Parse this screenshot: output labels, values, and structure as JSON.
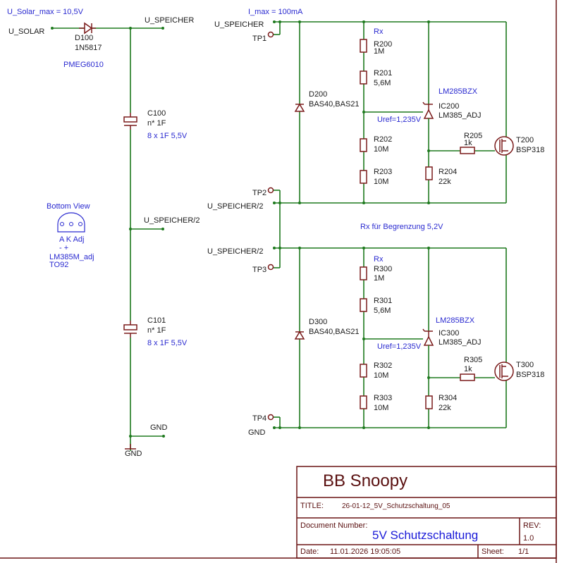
{
  "schematic": {
    "annotations": {
      "u_solar_max": "U_Solar_max = 10,5V",
      "i_max": "I_max = 100mA",
      "pmeg": "PMEG6010",
      "rx_note": "Rx für Begrenzung 5,2V"
    },
    "nets": {
      "u_solar": "U_SOLAR",
      "u_speicher_left": "U_SPEICHER",
      "u_speicher_half_left": "U_SPEICHER/2",
      "gnd_left": "GND",
      "gnd_symbol": "GND",
      "u_speicher_right": "U_SPEICHER",
      "u_speicher_half_upper": "U_SPEICHER/2",
      "u_speicher_half_lower": "U_SPEICHER/2",
      "gnd_right": "GND"
    },
    "testpoints": [
      "TP1",
      "TP2",
      "TP3",
      "TP4"
    ],
    "d100": {
      "ref": "D100",
      "value": "1N5817"
    },
    "c100": {
      "ref": "C100",
      "value": "n* 1F",
      "note": "8 x  1F 5,5V"
    },
    "c101": {
      "ref": "C101",
      "value": "n* 1F",
      "note": "8 x  1F 5,5V"
    },
    "package": {
      "title": "Bottom View",
      "pins": "A  K  Adj",
      "polarity": "-   +",
      "part": "LM385M_adj",
      "pkg": "TO92"
    },
    "stages": [
      {
        "rx": "Rx",
        "r_a": {
          "ref": "R200",
          "value": "1M"
        },
        "r_b": {
          "ref": "R201",
          "value": "5,6M"
        },
        "r_c": {
          "ref": "R202",
          "value": "10M"
        },
        "r_d": {
          "ref": "R203",
          "value": "10M"
        },
        "r_e": {
          "ref": "R204",
          "value": "22k"
        },
        "r_f": {
          "ref": "R205",
          "value": "1k"
        },
        "diode": {
          "ref": "D200",
          "value": "BAS40,BAS21"
        },
        "ic": {
          "alt": "LM285BZX",
          "ref": "IC200",
          "value": "LM385_ADJ",
          "uref": "Uref=1,235V"
        },
        "fet": {
          "ref": "T200",
          "value": "BSP318"
        }
      },
      {
        "rx": "Rx",
        "r_a": {
          "ref": "R300",
          "value": "1M"
        },
        "r_b": {
          "ref": "R301",
          "value": "5,6M"
        },
        "r_c": {
          "ref": "R302",
          "value": "10M"
        },
        "r_d": {
          "ref": "R303",
          "value": "10M"
        },
        "r_e": {
          "ref": "R304",
          "value": "22k"
        },
        "r_f": {
          "ref": "R305",
          "value": "1k"
        },
        "diode": {
          "ref": "D300",
          "value": "BAS40,BAS21"
        },
        "ic": {
          "alt": "LM285BZX",
          "ref": "IC300",
          "value": "LM385_ADJ",
          "uref": "Uref=1,235V"
        },
        "fet": {
          "ref": "T300",
          "value": "BSP318"
        }
      }
    ]
  },
  "titleblock": {
    "company": "BB Snoopy",
    "title_label": "TITLE:",
    "title_value": "26-01-12_5V_Schutzschaltung_05",
    "docnum_label": "Document Number:",
    "docnum_value": "5V Schutzschaltung",
    "rev_label": "REV:",
    "rev_value": "1.0",
    "date_label": "Date:",
    "date_value": "11.01.2026 19:05:05",
    "sheet_label": "Sheet:",
    "sheet_value": "1/1"
  }
}
